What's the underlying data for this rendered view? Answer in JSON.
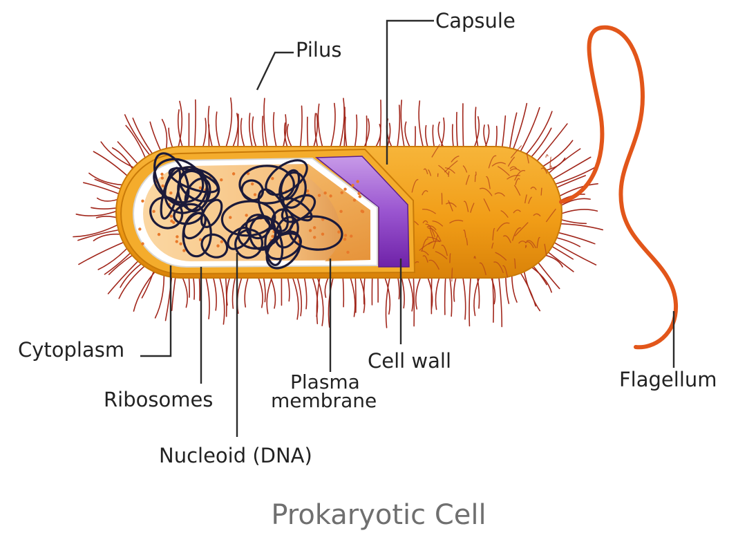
{
  "title": "Prokaryotic Cell",
  "labels": {
    "capsule": "Capsule",
    "pilus": "Pilus",
    "cytoplasm": "Cytoplasm",
    "ribosomes": "Ribosomes",
    "nucleoid": "Nucleoid (DNA)",
    "plasma_membrane_line1": "Plasma",
    "plasma_membrane_line2": "membrane",
    "cell_wall": "Cell wall",
    "flagellum": "Flagellum"
  },
  "colors": {
    "capsule": "#f1a118",
    "capsule_dark": "#d9860c",
    "pili": "#a1261b",
    "cell_wall": "#8e3fc6",
    "cytoplasm": "#f9cf91",
    "nucleoid": "#1b1a3a",
    "flagellum": "#e2561a"
  }
}
